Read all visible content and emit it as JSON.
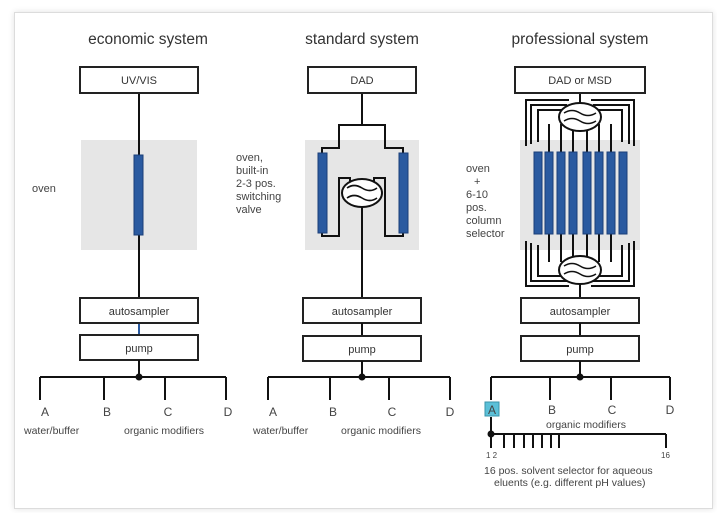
{
  "systems": {
    "economic": {
      "title": "economic system",
      "detector": "UV/VIS",
      "oven_label": [
        "oven"
      ],
      "autosampler": "autosampler",
      "pump": "pump",
      "eluents": [
        "A",
        "B",
        "C",
        "D"
      ],
      "water_label": "water/buffer",
      "organic_label": "organic modifiers"
    },
    "standard": {
      "title": "standard system",
      "detector": "DAD",
      "oven_label": [
        "oven,",
        "built-in",
        "2-3 pos.",
        "switching",
        "valve"
      ],
      "autosampler": "autosampler",
      "pump": "pump",
      "eluents": [
        "A",
        "B",
        "C",
        "D"
      ],
      "water_label": "water/buffer",
      "organic_label": "organic modifiers"
    },
    "professional": {
      "title": "professional system",
      "detector": "DAD or MSD",
      "oven_label": [
        "oven",
        "+",
        "6-10",
        "pos.",
        "column",
        "selector"
      ],
      "autosampler": "autosampler",
      "pump": "pump",
      "eluents": [
        "A",
        "B",
        "C",
        "D"
      ],
      "organic_label": "organic modifiers",
      "selector_start": "1 2",
      "selector_end": "16",
      "selector_note": [
        "16 pos. solvent selector for aqueous",
        "eluents (e.g. different pH values)"
      ]
    }
  },
  "colors": {
    "column": "#2a5aa0",
    "oven": "#e6e6e6",
    "highlight": "#5bc0d8"
  }
}
